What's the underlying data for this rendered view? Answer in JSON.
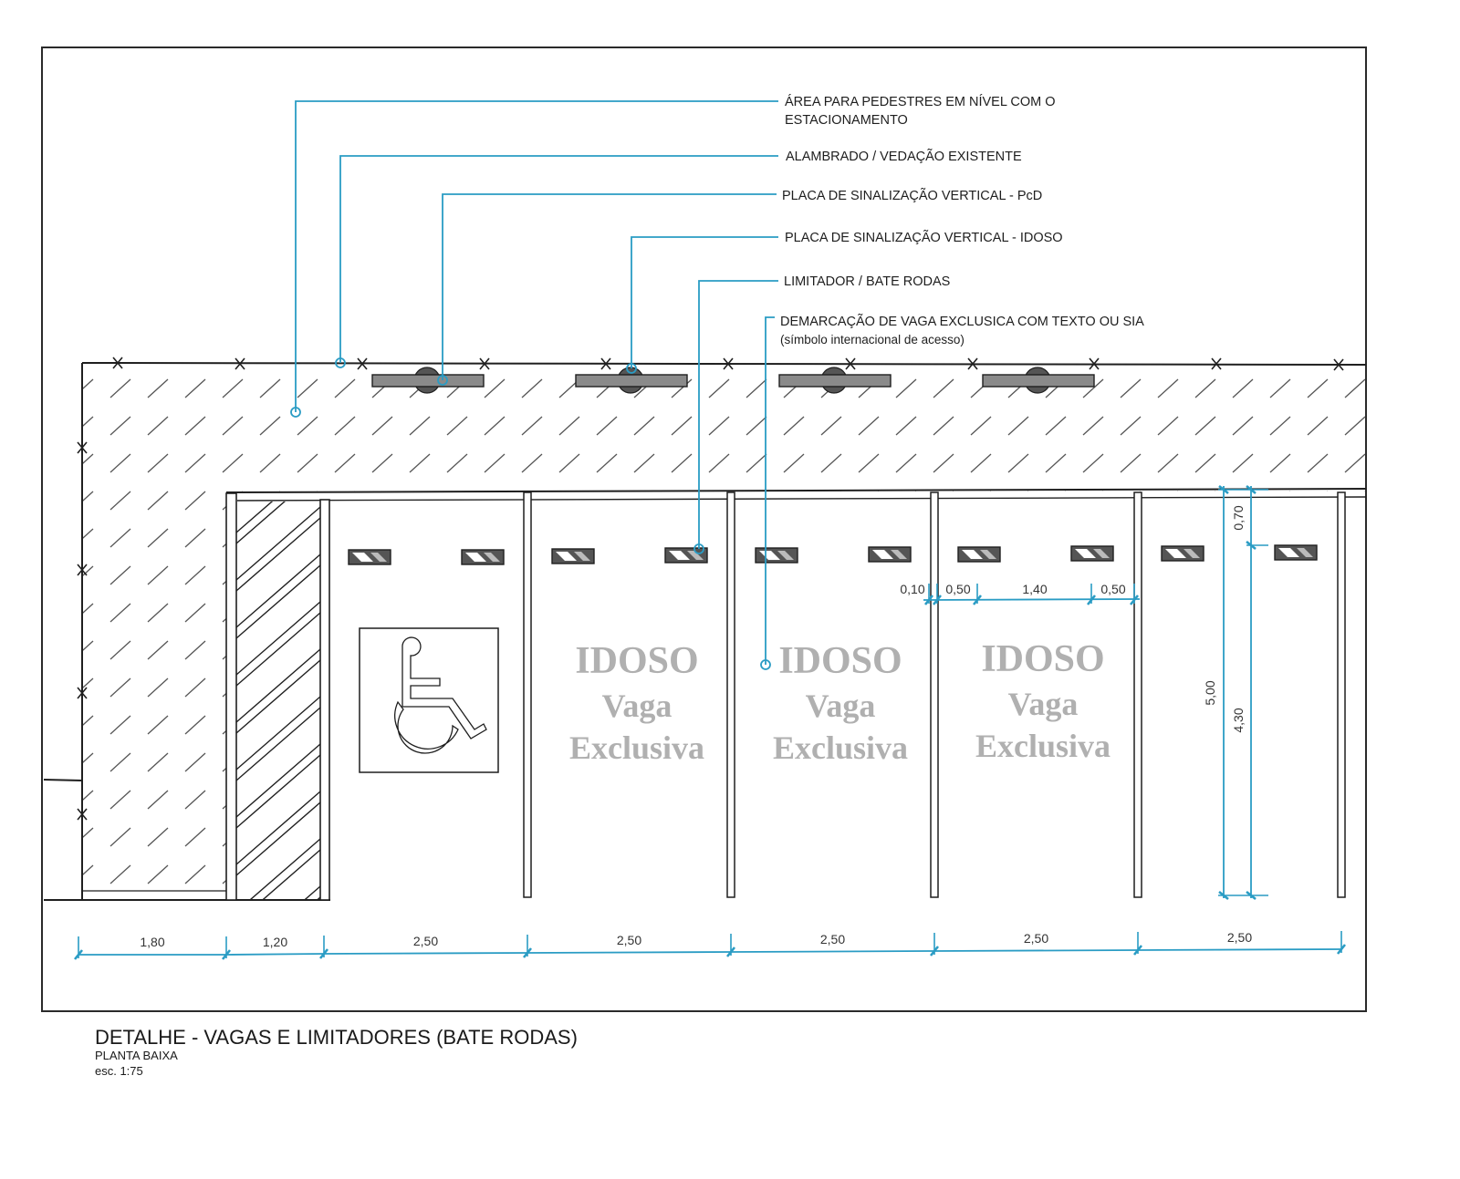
{
  "drawing": {
    "title": "DETALHE - VAGAS E LIMITADORES (BATE RODAS)",
    "view": "PLANTA BAIXA",
    "scale": "esc. 1:75",
    "colors": {
      "line": "#1f1f1f",
      "hatch": "#555555",
      "leader": "#2a9cc4",
      "dimension": "#2a9cc4",
      "stencil_text": "#b0b0b0",
      "sign_bar": "#8a8a8a",
      "sign_post": "#555555"
    }
  },
  "notes": [
    {
      "id": "pedestrian-area",
      "lines": [
        "ÁREA PARA PEDESTRES EM NÍVEL COM O",
        "ESTACIONAMENTO"
      ]
    },
    {
      "id": "fence",
      "lines": [
        "ALAMBRADO / VEDAÇÃO  EXISTENTE"
      ]
    },
    {
      "id": "sign-pcd",
      "lines": [
        "PLACA DE SINALIZAÇÃO VERTICAL - PcD"
      ]
    },
    {
      "id": "sign-idoso",
      "lines": [
        "PLACA DE SINALIZAÇÃO VERTICAL - IDOSO"
      ]
    },
    {
      "id": "wheel-stop",
      "lines": [
        "LIMITADOR / BATE RODAS"
      ]
    },
    {
      "id": "marking",
      "lines": [
        "DEMARCAÇÃO DE VAGA EXCLUSICA COM TEXTO OU SIA",
        "(símbolo internacional de acesso)"
      ]
    }
  ],
  "stalls": [
    {
      "type": "pcd",
      "symbol": "wheelchair-icon"
    },
    {
      "type": "idoso",
      "text": [
        "IDOSO",
        "Vaga",
        "Exclusiva"
      ]
    },
    {
      "type": "idoso",
      "text": [
        "IDOSO",
        "Vaga",
        "Exclusiva"
      ]
    },
    {
      "type": "idoso",
      "text": [
        "IDOSO",
        "Vaga",
        "Exclusiva"
      ]
    },
    {
      "type": "regular"
    }
  ],
  "dimensions": {
    "horizontal_bottom": [
      "1,80",
      "1,20",
      "2,50",
      "2,50",
      "2,50",
      "2,50",
      "2,50"
    ],
    "wheel_stop_detail": [
      "0,10",
      "0,50",
      "1,40",
      "0,50"
    ],
    "vertical": {
      "stall_depth": "5,00",
      "stop_offset": "0,70",
      "stop_to_end": "4,30"
    }
  }
}
